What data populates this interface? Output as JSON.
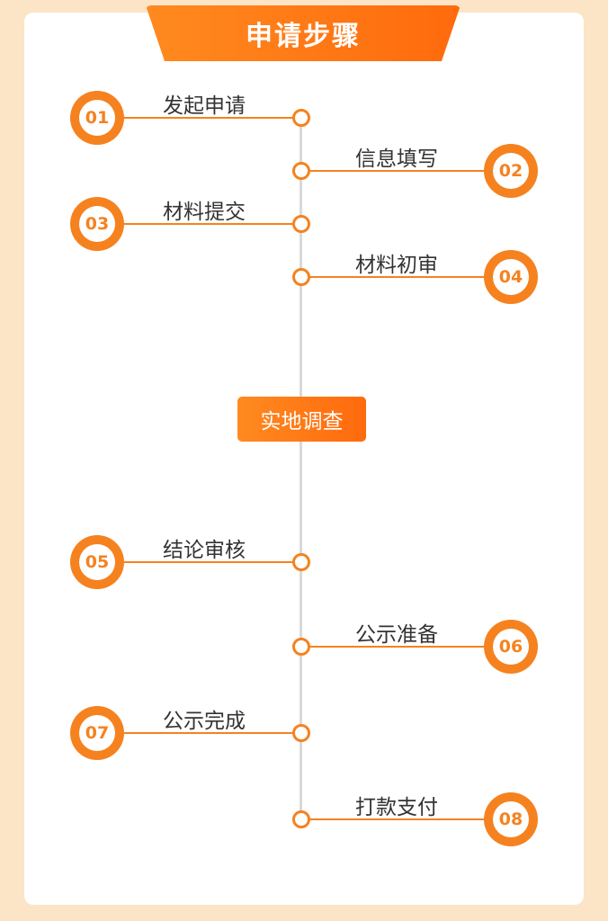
{
  "title": "申请步骤",
  "middle_stage": "实地调查",
  "accent_color": "#f5821f",
  "steps": [
    {
      "number": "01",
      "label": "发起申请"
    },
    {
      "number": "02",
      "label": "信息填写"
    },
    {
      "number": "03",
      "label": "材料提交"
    },
    {
      "number": "04",
      "label": "材料初审"
    },
    {
      "number": "05",
      "label": "结论审核"
    },
    {
      "number": "06",
      "label": "公示准备"
    },
    {
      "number": "07",
      "label": "公示完成"
    },
    {
      "number": "08",
      "label": "打款支付"
    }
  ]
}
